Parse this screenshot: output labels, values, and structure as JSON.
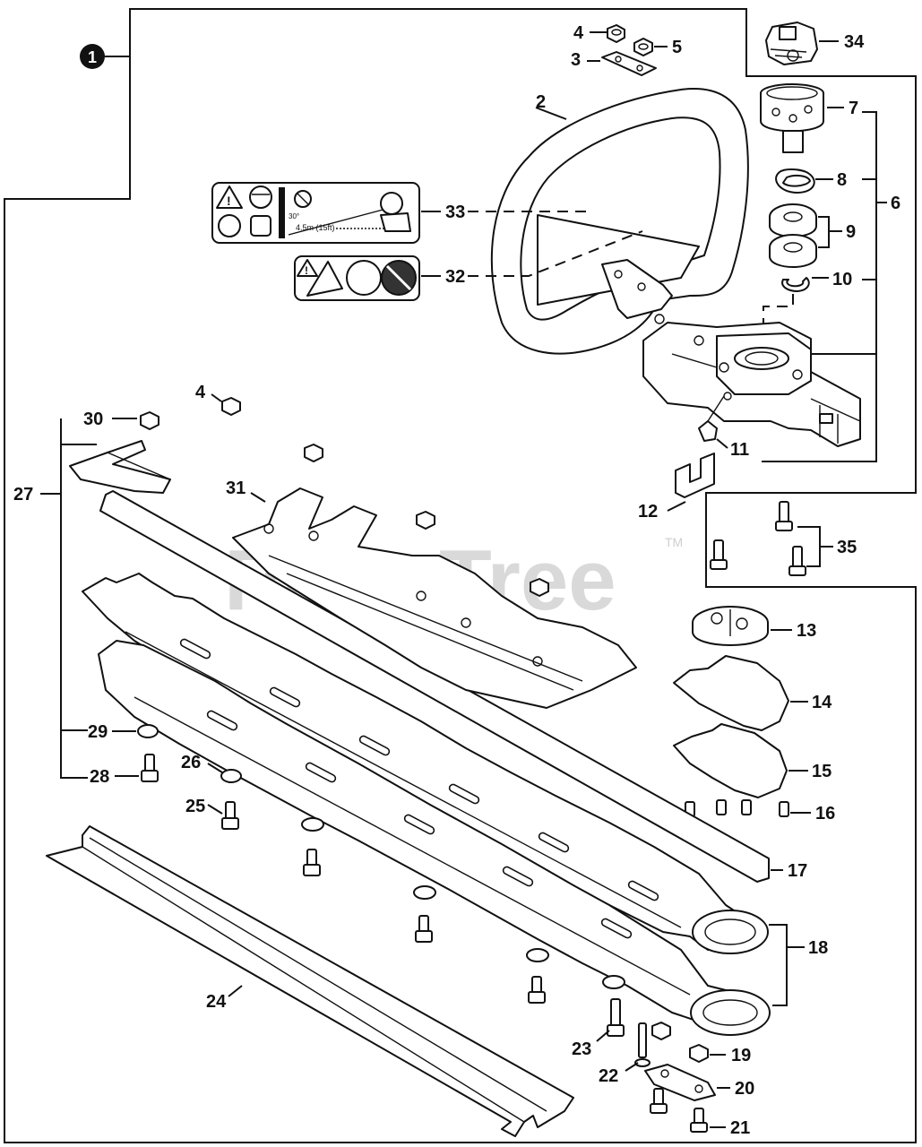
{
  "watermark": {
    "brand": "PartsTree",
    "trademark": "TM"
  },
  "assembly_marker": "1",
  "labels": {
    "p2": "2",
    "p3": "3",
    "p4a": "4",
    "p4b": "4",
    "p5": "5",
    "p6": "6",
    "p7": "7",
    "p8": "8",
    "p9": "9",
    "p10": "10",
    "p11": "11",
    "p12": "12",
    "p13": "13",
    "p14": "14",
    "p15": "15",
    "p16": "16",
    "p17": "17",
    "p18": "18",
    "p19": "19",
    "p20": "20",
    "p21": "21",
    "p22": "22",
    "p23": "23",
    "p24": "24",
    "p25": "25",
    "p26": "26",
    "p27": "27",
    "p28": "28",
    "p29": "29",
    "p30": "30",
    "p31": "31",
    "p32": "32",
    "p33": "33",
    "p34": "34",
    "p35": "35"
  },
  "decal_33": {
    "angle_text": "30°",
    "distance_text": "4.5m (15ft)"
  },
  "colors": {
    "line": "#111111",
    "watermark": "#d9d9d9",
    "background": "#ffffff"
  }
}
